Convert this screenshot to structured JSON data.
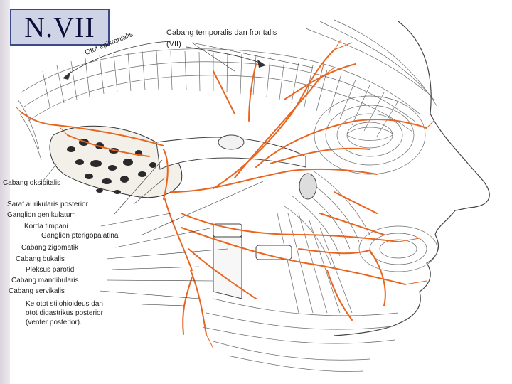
{
  "title": "N.VII",
  "labels": {
    "temporal_frontal": "Cabang temporalis dan frontalis",
    "vii": "(VII)",
    "epikranialis": "Otot epikranialis",
    "oksipitalis": "Cabang oksipitalis",
    "aurikularis": "Saraf aurikularis posterior",
    "genikulatum": "Ganglion genikulatum",
    "korda": "Korda timpani",
    "pterigopalatina": "Ganglion pterigopalatina",
    "zigomatik": "Cabang zigomatik",
    "bukalis": "Cabang bukalis",
    "parotid": "Pleksus parotid",
    "mandibularis": "Cabang mandibularis",
    "servikalis": "Cabang servikalis",
    "stilohioideus_1": "Ke otot stilohioideus dan",
    "stilohioideus_2": "otot digastrikus posterior",
    "stilohioideus_3": "(venter posterior)."
  },
  "colors": {
    "nerve": "#e8651f",
    "muscle_line": "#5a5a5a",
    "title_bg": "#cfd3e6",
    "title_border": "#3a4a8a"
  }
}
